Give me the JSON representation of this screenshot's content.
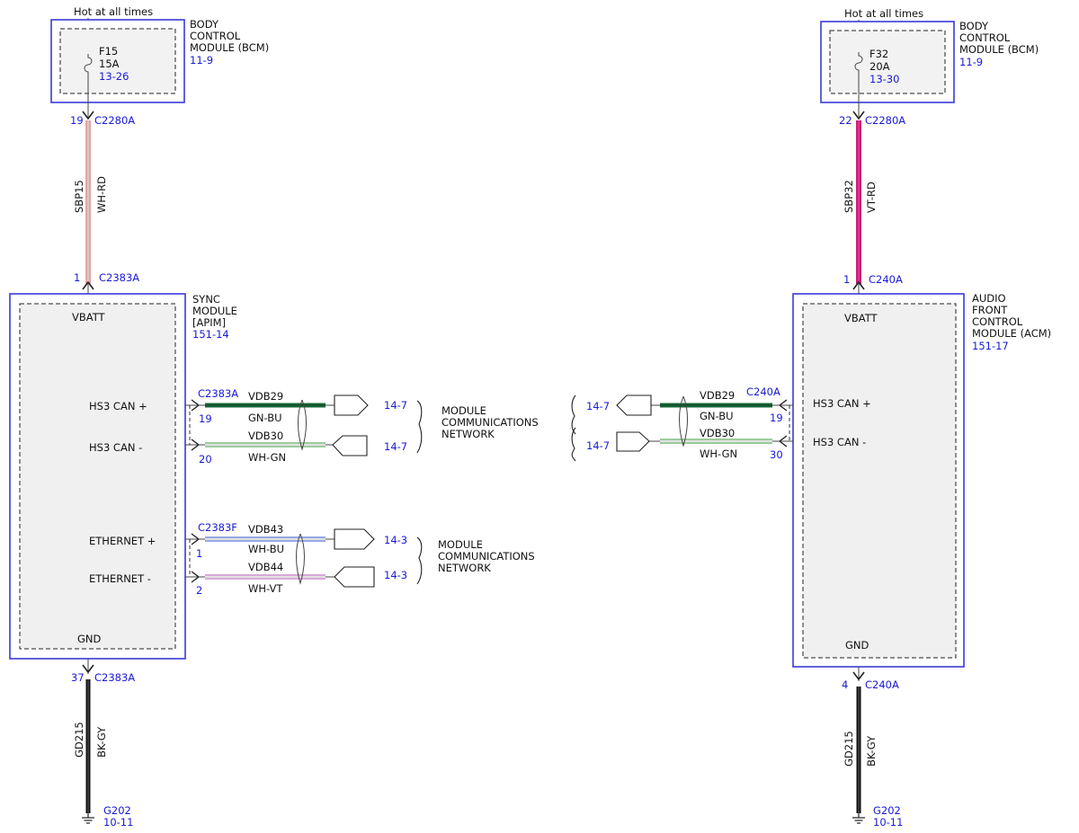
{
  "left": {
    "hot_label": "Hot at all times",
    "bcm": {
      "title_lines": [
        "BODY",
        "CONTROL",
        "MODULE (BCM)"
      ],
      "ref": "11-9",
      "fuse_id": "F15",
      "fuse_amp": "15A",
      "fuse_ref": "13-26"
    },
    "conn_top": {
      "pin": "19",
      "name": "C2280A"
    },
    "wire_top": {
      "circuit": "SBP15",
      "color": "WH-RD"
    },
    "conn_module": {
      "pin": "1",
      "name": "C2383A"
    },
    "module": {
      "title_lines": [
        "SYNC",
        "MODULE",
        "[APIM]"
      ],
      "ref": "151-14",
      "vbatt": "VBATT",
      "gnd": "GND",
      "pins": [
        "HS3 CAN +",
        "HS3 CAN -",
        "ETHERNET +",
        "ETHERNET -"
      ]
    },
    "can": {
      "connector": "C2383A",
      "pin_plus": "19",
      "pin_minus": "20",
      "wire_plus": {
        "circuit": "VDB29",
        "color": "GN-BU",
        "ref": "14-7"
      },
      "wire_minus": {
        "circuit": "VDB30",
        "color": "WH-GN",
        "ref": "14-7"
      },
      "network_lines": [
        "MODULE",
        "COMMUNICATIONS",
        "NETWORK"
      ]
    },
    "eth": {
      "connector": "C2383F",
      "pin_plus": "1",
      "pin_minus": "2",
      "wire_plus": {
        "circuit": "VDB43",
        "color": "WH-BU",
        "ref": "14-3"
      },
      "wire_minus": {
        "circuit": "VDB44",
        "color": "WH-VT",
        "ref": "14-3"
      },
      "network_lines": [
        "MODULE",
        "COMMUNICATIONS",
        "NETWORK"
      ]
    },
    "conn_gnd": {
      "pin": "37",
      "name": "C2383A"
    },
    "wire_gnd": {
      "circuit": "GD215",
      "color": "BK-GY"
    },
    "ground": {
      "name": "G202",
      "ref": "10-11"
    }
  },
  "right": {
    "hot_label": "Hot at all times",
    "bcm": {
      "title_lines": [
        "BODY",
        "CONTROL",
        "MODULE (BCM)"
      ],
      "ref": "11-9",
      "fuse_id": "F32",
      "fuse_amp": "20A",
      "fuse_ref": "13-30"
    },
    "conn_top": {
      "pin": "22",
      "name": "C2280A"
    },
    "wire_top": {
      "circuit": "SBP32",
      "color": "VT-RD"
    },
    "conn_module": {
      "pin": "1",
      "name": "C240A"
    },
    "module": {
      "title_lines": [
        "AUDIO",
        "FRONT",
        "CONTROL",
        "MODULE (ACM)"
      ],
      "ref": "151-17",
      "vbatt": "VBATT",
      "gnd": "GND",
      "pins": [
        "HS3 CAN +",
        "HS3 CAN -"
      ]
    },
    "can": {
      "connector": "C240A",
      "pin_plus": "19",
      "pin_minus": "30",
      "wire_plus": {
        "circuit": "VDB29",
        "color": "GN-BU",
        "ref": "14-7"
      },
      "wire_minus": {
        "circuit": "VDB30",
        "color": "WH-GN",
        "ref": "14-7"
      }
    },
    "conn_gnd": {
      "pin": "4",
      "name": "C240A"
    },
    "wire_gnd": {
      "circuit": "GD215",
      "color": "BK-GY"
    },
    "ground": {
      "name": "G202",
      "ref": "10-11"
    }
  },
  "colors": {
    "module_border": "#3a3ad8",
    "reference_text": "#1a1ad6",
    "wire_wh_rd": "#d94040",
    "wire_vt_rd": "#e0308a",
    "wire_gn_bu": "#1a6a3a",
    "wire_wh_gn": "#3a9a3a",
    "wire_wh_bu": "#3050c8",
    "wire_wh_vt": "#b050b0",
    "wire_bk_gy": "#111111"
  }
}
